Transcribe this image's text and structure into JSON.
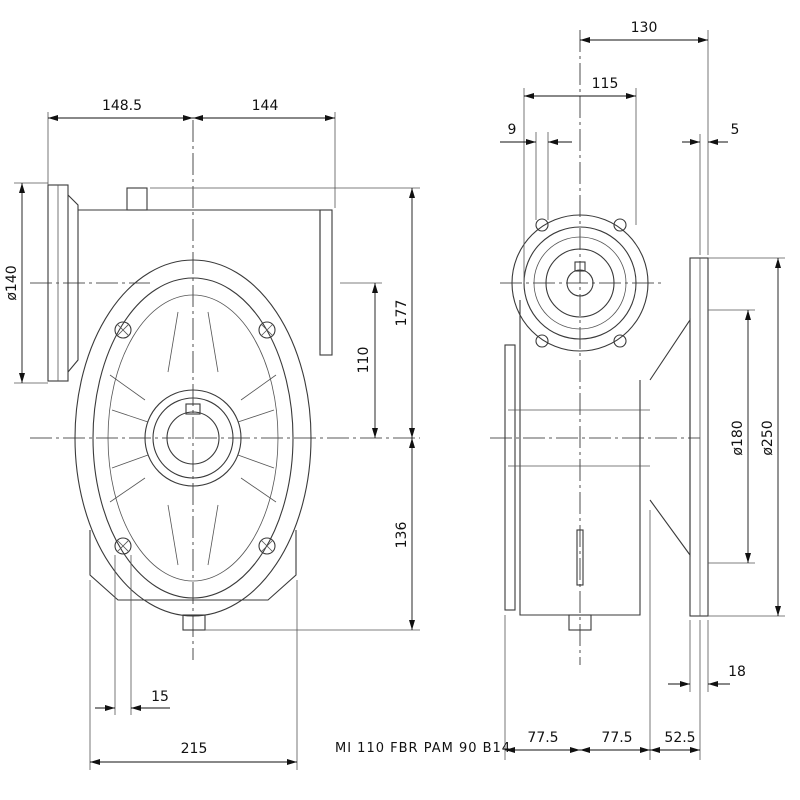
{
  "dimensions": {
    "left_width": "148.5",
    "right_width": "144",
    "flange_diameter": "ø140",
    "center_to_shaft": "110",
    "top_height": "177",
    "bottom_height": "136",
    "mount_hole": "15",
    "base_width": "215",
    "side_total": "130",
    "side_inner": "115",
    "side_small": "9",
    "flange_thickness": "5",
    "pcd_diameter": "ø180",
    "flange_outer": "ø250",
    "flange_offset": "18",
    "base_a": "77.5",
    "base_b": "77.5",
    "base_c": "52.5"
  },
  "caption": "MI 110 FBR PAM 90 B14"
}
